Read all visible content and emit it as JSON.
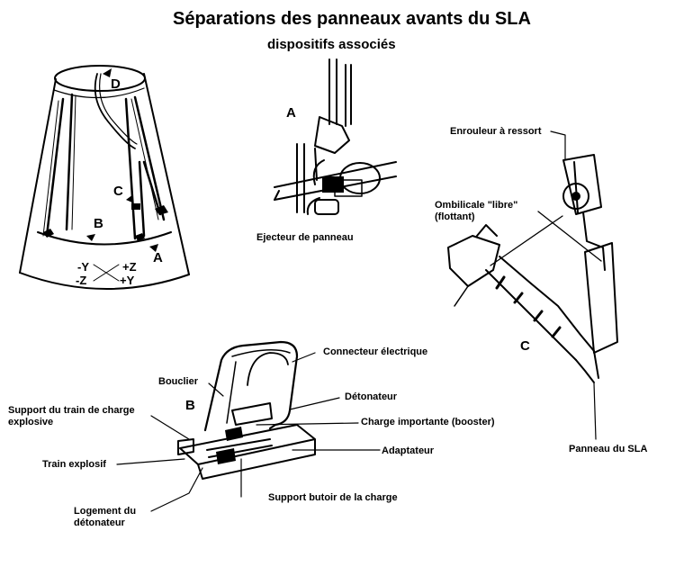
{
  "title": "Séparations des panneaux avants du SLA",
  "subtitle": "dispositifs associés",
  "views": {
    "cone": {
      "letters": [
        "D",
        "C",
        "B",
        "A"
      ],
      "axes": [
        "-Y",
        "+Z",
        "-Z",
        "+Y"
      ]
    },
    "ejector": {
      "letter": "A",
      "caption": "Ejecteur de panneau"
    },
    "umbilical": {
      "letter": "C",
      "labels": {
        "reel": "Enrouleur à ressort",
        "umbilical_line1": "Ombilicale \"libre\"",
        "umbilical_line2": "(flottant)",
        "panel": "Panneau du SLA"
      }
    },
    "charge": {
      "letter": "B",
      "labels": {
        "connector": "Connecteur électrique",
        "shield": "Bouclier",
        "detonator": "Détonateur",
        "support_line1": "Support du train de charge",
        "support_line2": "explosive",
        "booster": "Charge importante (booster)",
        "adapter": "Adaptateur",
        "train": "Train explosif",
        "housing_line1": "Logement du",
        "housing_line2": "détonateur",
        "stop_support": "Support butoir de la charge"
      }
    }
  }
}
